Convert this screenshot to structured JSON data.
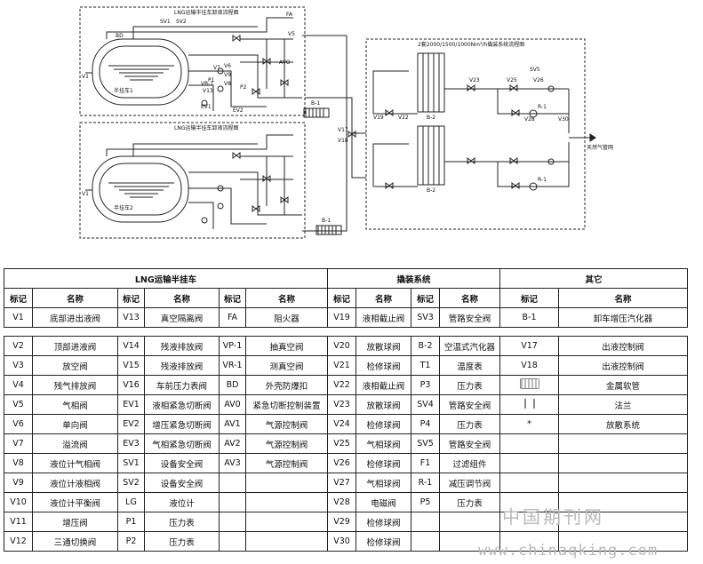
{
  "diagram": {
    "left_top_title": "LNG运输半挂车卸液流程图",
    "left_bottom_title": "LNG运输半挂车卸液流程图",
    "right_title": "2套2000/1500/1000Nm³/h撬装系统流程图",
    "tank1_label": "半挂车1",
    "tank2_label": "半挂车2",
    "outlet_label": "天然气管网",
    "lbl_bd": "BD",
    "lbl_fa": "FA",
    "lbl_v17": "V17",
    "lbl_v18": "V18",
    "lbl_b1a": "B-1",
    "lbl_b1b": "B-1",
    "lbl_b2a": "B-2",
    "lbl_b2b": "B-2",
    "lbl_r1a": "R-1",
    "lbl_r1b": "R-1",
    "lbl_v1a": "V1",
    "lbl_v1b": "V1",
    "lbl_v5": "V5",
    "lbl_v6": "V6",
    "lbl_v7": "V7",
    "lbl_v8": "V8",
    "lbl_v9": "V9",
    "lbl_v13": "V13",
    "lbl_v19": "V19",
    "lbl_v22": "V22",
    "lbl_v23": "V23",
    "lbl_v25": "V25",
    "lbl_v26": "V26",
    "lbl_v28": "V28",
    "lbl_v30": "V30",
    "lbl_sv5": "SV5",
    "lbl_sv1": "SV1",
    "lbl_sv2": "SV2",
    "lbl_ev1": "EV1",
    "lbl_ev2": "EV2",
    "lbl_p1": "P1",
    "lbl_p2": "P2",
    "lbl_avo": "AVO",
    "lbl_vr1": "VR-1"
  },
  "table1": {
    "groups": [
      "LNG运输半挂车",
      "撬装系统",
      "其它"
    ],
    "headers": [
      "标记",
      "名称",
      "标记",
      "名称",
      "标记",
      "名称",
      "标记",
      "名称",
      "标记",
      "名称",
      "标记",
      "名称"
    ],
    "row": [
      "V1",
      "底部进出液阀",
      "V13",
      "真空隔离阀",
      "FA",
      "阻火器",
      "V19",
      "液相截止阀",
      "SV3",
      "管路安全阀",
      "B-1",
      "卸车增压汽化器"
    ]
  },
  "table2": {
    "rows": [
      [
        "V2",
        "顶部进液阀",
        "V14",
        "残液排放阀",
        "VP-1",
        "抽真空阀",
        "V20",
        "放散球阀",
        "B-2",
        "空温式汽化器",
        "V17",
        "出液控制阀"
      ],
      [
        "V3",
        "放空阀",
        "V15",
        "残液排放阀",
        "VR-1",
        "测真空阀",
        "V21",
        "检修球阀",
        "T1",
        "温度表",
        "V18",
        "出液控制阀"
      ],
      [
        "V4",
        "残气排放阀",
        "V16",
        "车前压力表阀",
        "BD",
        "外壳防爆扣",
        "V22",
        "液相截止阀",
        "P3",
        "压力表",
        "",
        "金属软管"
      ],
      [
        "V5",
        "气相阀",
        "EV1",
        "液相紧急切断阀",
        "AV0",
        "紧急切断控制装置",
        "V23",
        "放散球阀",
        "SV4",
        "管路安全阀",
        "",
        "法兰"
      ],
      [
        "V6",
        "单向阀",
        "EV2",
        "增压紧急切断阀",
        "AV1",
        "气源控制阀",
        "V24",
        "检修球阀",
        "P4",
        "压力表",
        "*",
        "放散系统"
      ],
      [
        "V7",
        "溢流阀",
        "EV3",
        "气相紧急切断阀",
        "AV2",
        "气源控制阀",
        "V25",
        "气相球阀",
        "SV5",
        "管路安全阀",
        "",
        ""
      ],
      [
        "V8",
        "液位计气相阀",
        "SV1",
        "设备安全阀",
        "AV3",
        "气源控制阀",
        "V26",
        "检修球阀",
        "F1",
        "过滤组件",
        "",
        ""
      ],
      [
        "V9",
        "液位计液相阀",
        "SV2",
        "设备安全阀",
        "",
        "",
        "V27",
        "气相球阀",
        "R-1",
        "减压调节阀",
        "",
        ""
      ],
      [
        "V10",
        "液位计平衡阀",
        "LG",
        "液位计",
        "",
        "",
        "V28",
        "电磁阀",
        "P5",
        "压力表",
        "",
        ""
      ],
      [
        "V11",
        "增压阀",
        "P1",
        "压力表",
        "",
        "",
        "V29",
        "检修球阀",
        "",
        "",
        "",
        ""
      ],
      [
        "V12",
        "三通切换阀",
        "P2",
        "压力表",
        "",
        "",
        "V30",
        "检修球阀",
        "",
        "",
        "",
        ""
      ]
    ]
  },
  "watermark": {
    "text1": "中国期刊网",
    "text2": "www.chinaqking.com"
  }
}
